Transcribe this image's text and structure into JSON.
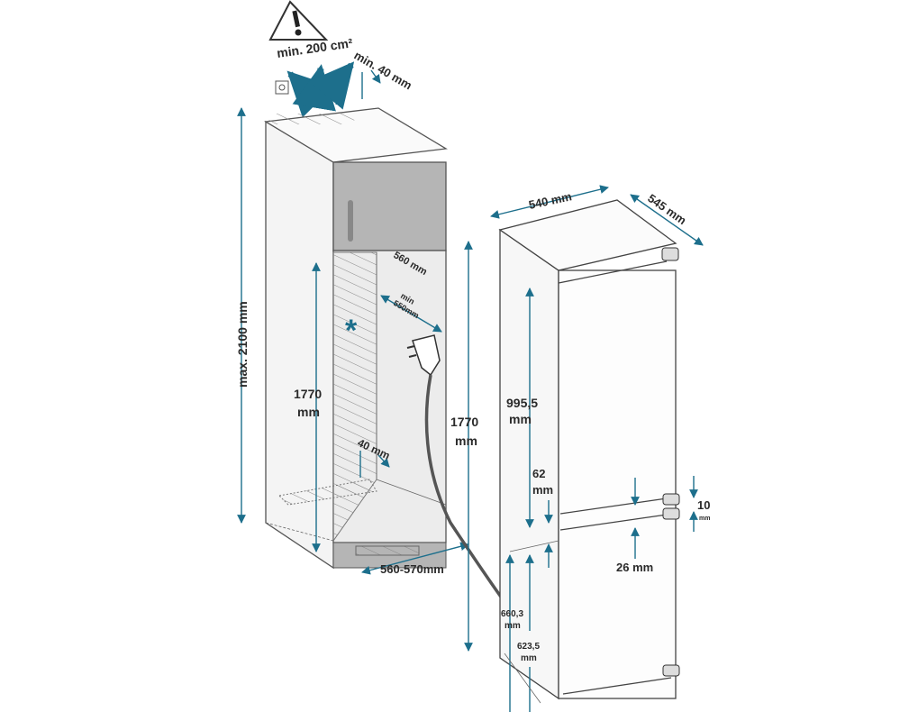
{
  "title": "Built-in fridge installation dimensions",
  "colors": {
    "dimension": "#1d6f8c",
    "cabinet": "#b5b5b5",
    "niche": "#e6e6e6"
  },
  "icons": [
    "warning-triangle-icon",
    "airflow-arrows-icon",
    "snowflake-icon",
    "power-plug-icon",
    "wall-socket-icon"
  ],
  "labels": {
    "ventilation_area": "min. 200 cm²",
    "ventilation_gap": "min. 40 mm",
    "cabinet_height": "max. 2100 mm",
    "niche_depth": "560 mm",
    "niche_depth_min_1": "min",
    "niche_depth_min_2": "550mm",
    "niche_height_1": "1770",
    "niche_height_2": "mm",
    "rear_gap": "40 mm",
    "niche_width": "560-570mm",
    "appliance_width": "540 mm",
    "appliance_depth": "545 mm",
    "appliance_height_1": "1770",
    "appliance_height_2": "mm",
    "upper_door_1": "995,5",
    "upper_door_2": "mm",
    "door_gap_1": "62",
    "door_gap_2": "mm",
    "hinge_gap_1": "10",
    "hinge_gap_2": "mm",
    "hinge_offset": "26 mm",
    "lower_door_1_a": "660,3",
    "lower_door_1_b": "mm",
    "lower_door_2_a": "623,5",
    "lower_door_2_b": "mm"
  }
}
